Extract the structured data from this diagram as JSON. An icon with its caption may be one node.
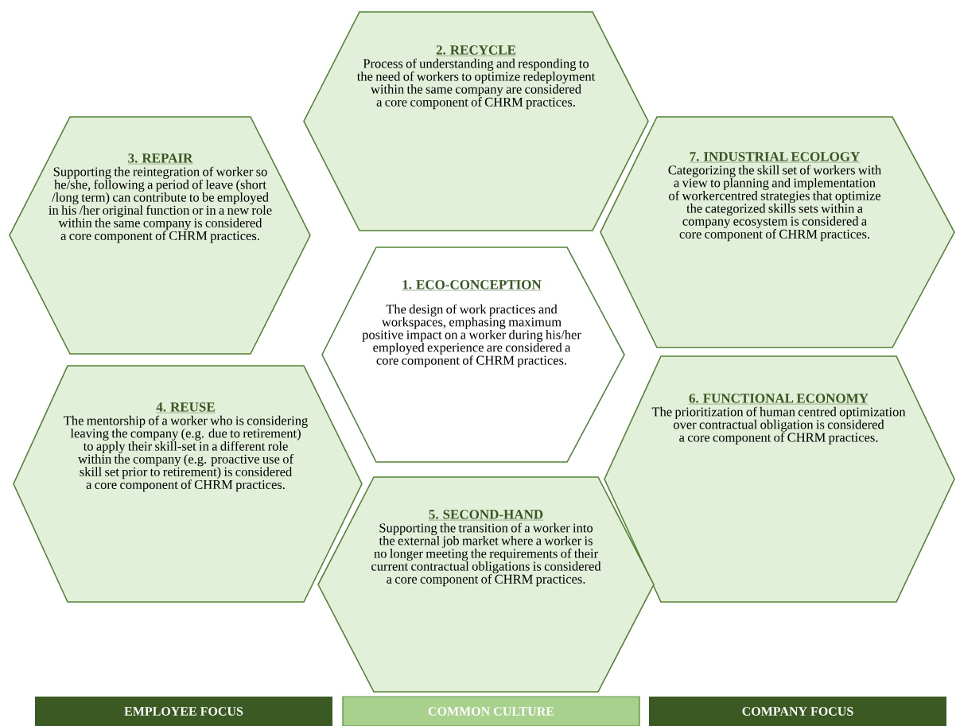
{
  "diagram": {
    "nodes": [
      {
        "text": [
          "2. RECYCLE",
          "Process of understanding and responding to the need of workers to optimize redeployment within the same company are considered a core component of CHRM practices."
        ]
      },
      {
        "text": [
          "3. REPAIR",
          "Supporting the reintegration of worker so he/she, following a period of leave (short /long term) can contribute to be employed in his /her original function or in a new role within the same company is considered a core component of CHRM practices."
        ]
      },
      {
        "text": [
          "7. INDUSTRIAL ECOLOGY",
          "Categorizing the skill set of workers with a view to planning and implementation of workercentred strategies that optimize the categorized skills sets within a company ecosystem is considered a core component of CHRM practices."
        ]
      },
      {
        "text": [
          "1. ECO-CONCEPTION",
          "The design of work practices and workspaces, emphasing maximum positive impact on a worker during his/her employed experience are considered a core component of CHRM practices."
        ]
      },
      {
        "text": [
          "6. FUNCTIONAL ECONOMY",
          "The prioritization of human centred optimization over contractual obligation is considered a core component of CHRM practices."
        ]
      },
      {
        "text": [
          "4. REUSE",
          "The mentorship of a worker who is considering leaving the company (e.g. due to retirement) to apply their skill-set in a different role within the company (e.g. proactive use of skill set prior to retirement) is considered a core component of CHRM practices."
        ]
      },
      {
        "text": [
          "5. SECOND-HAND",
          "Supporting the transition of a worker into the external job market where a worker is no longer meeting the requirements of their current contractual obligations is considered a core component of CHRM practices."
        ]
      },
      {
        "text": [
          "EMPLOYEE FOCUS"
        ]
      },
      {
        "text": [
          "COMMON CULTURE"
        ]
      },
      {
        "text": [
          "COMPANY FOCUS"
        ]
      }
    ]
  }
}
